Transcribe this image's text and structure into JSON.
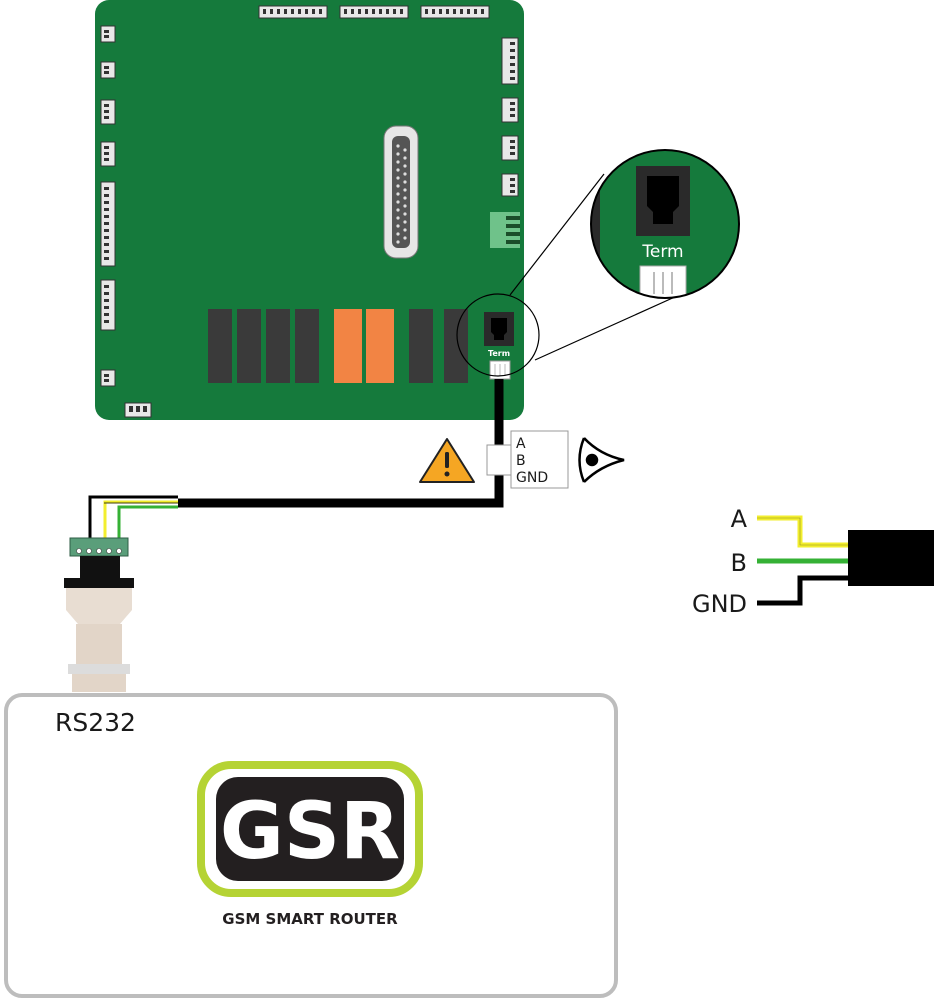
{
  "board": {
    "term_label": "Term"
  },
  "callout": {
    "term_label": "Term"
  },
  "cable_label": {
    "a": "A",
    "b": "B",
    "gnd": "GND"
  },
  "warning_icon": "warning-triangle",
  "eye_icon": "eye",
  "wiring_legend": {
    "a": "A",
    "b": "B",
    "gnd": "GND",
    "colors": {
      "a": "#f2ee2e",
      "b": "#35b135",
      "gnd": "#000000"
    }
  },
  "router": {
    "port_label": "RS232",
    "logo_text": "GSR",
    "name": "GSM SMART ROUTER",
    "logo_color": "#b5d334"
  },
  "colors": {
    "pcb": "#157a3c",
    "relay_dark": "#3a3a3a",
    "relay_orange": "#f28444",
    "warning": "#f5a623"
  }
}
